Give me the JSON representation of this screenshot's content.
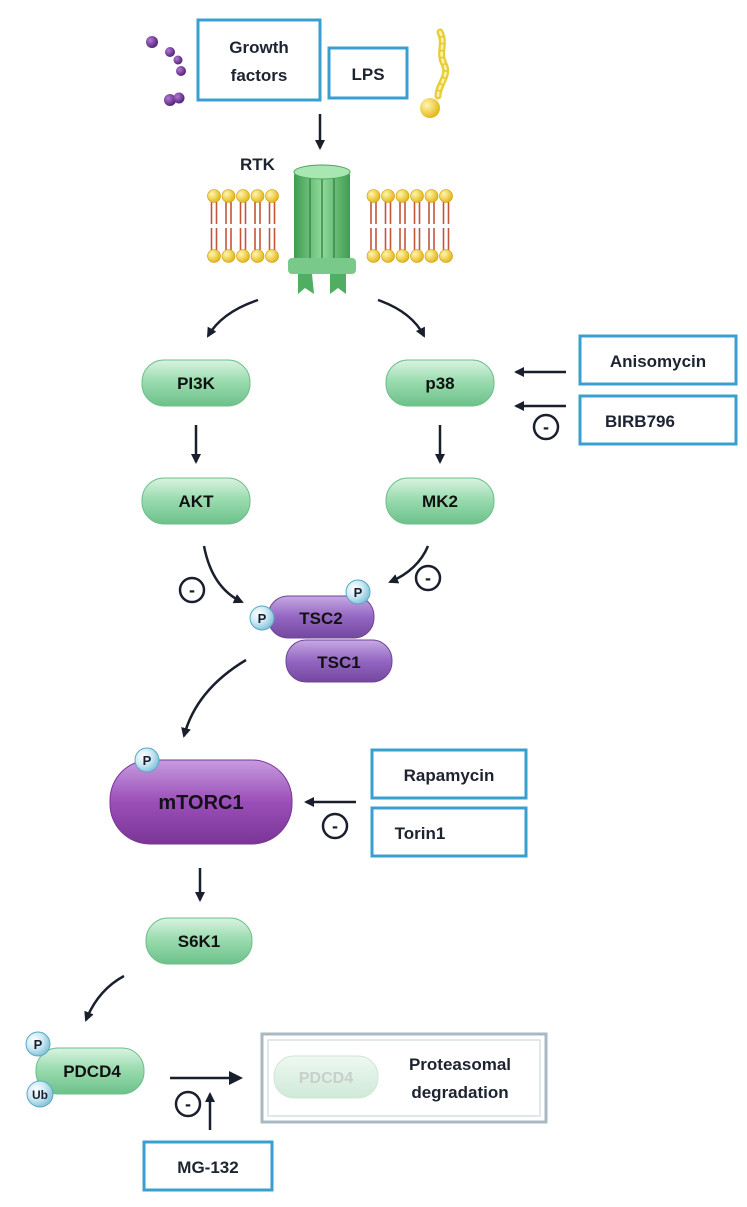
{
  "stimuli": {
    "growth_factors_line1": "Growth",
    "growth_factors_line2": "factors",
    "lps": "LPS"
  },
  "receptor": {
    "label": "RTK"
  },
  "nodes": {
    "pi3k": "PI3K",
    "p38": "p38",
    "akt": "AKT",
    "mk2": "MK2",
    "tsc2": "TSC2",
    "tsc1": "TSC1",
    "mtorc1": "mTORC1",
    "s6k1": "S6K1",
    "pdcd4": "PDCD4",
    "pdcd4_degraded": "PDCD4"
  },
  "modifiers": {
    "phospho": "P",
    "ubiquitin": "Ub",
    "inhibit": "-"
  },
  "compounds": {
    "anisomycin": "Anisomycin",
    "birb796": "BIRB796",
    "rapamycin": "Rapamycin",
    "torin1": "Torin1",
    "mg132": "MG-132"
  },
  "outcome": {
    "line1": "Proteasomal",
    "line2": "degradation"
  },
  "colors": {
    "green_node": "#8fd4a6",
    "purple_node": "#8e63b8",
    "box_border": "#3a9fd0",
    "arrow": "#1a1f2e",
    "membrane_head": "#f2c81f",
    "membrane_tail": "#c2553a",
    "receptor": "#5cb86a",
    "growth_factor": "#6b2c93"
  }
}
